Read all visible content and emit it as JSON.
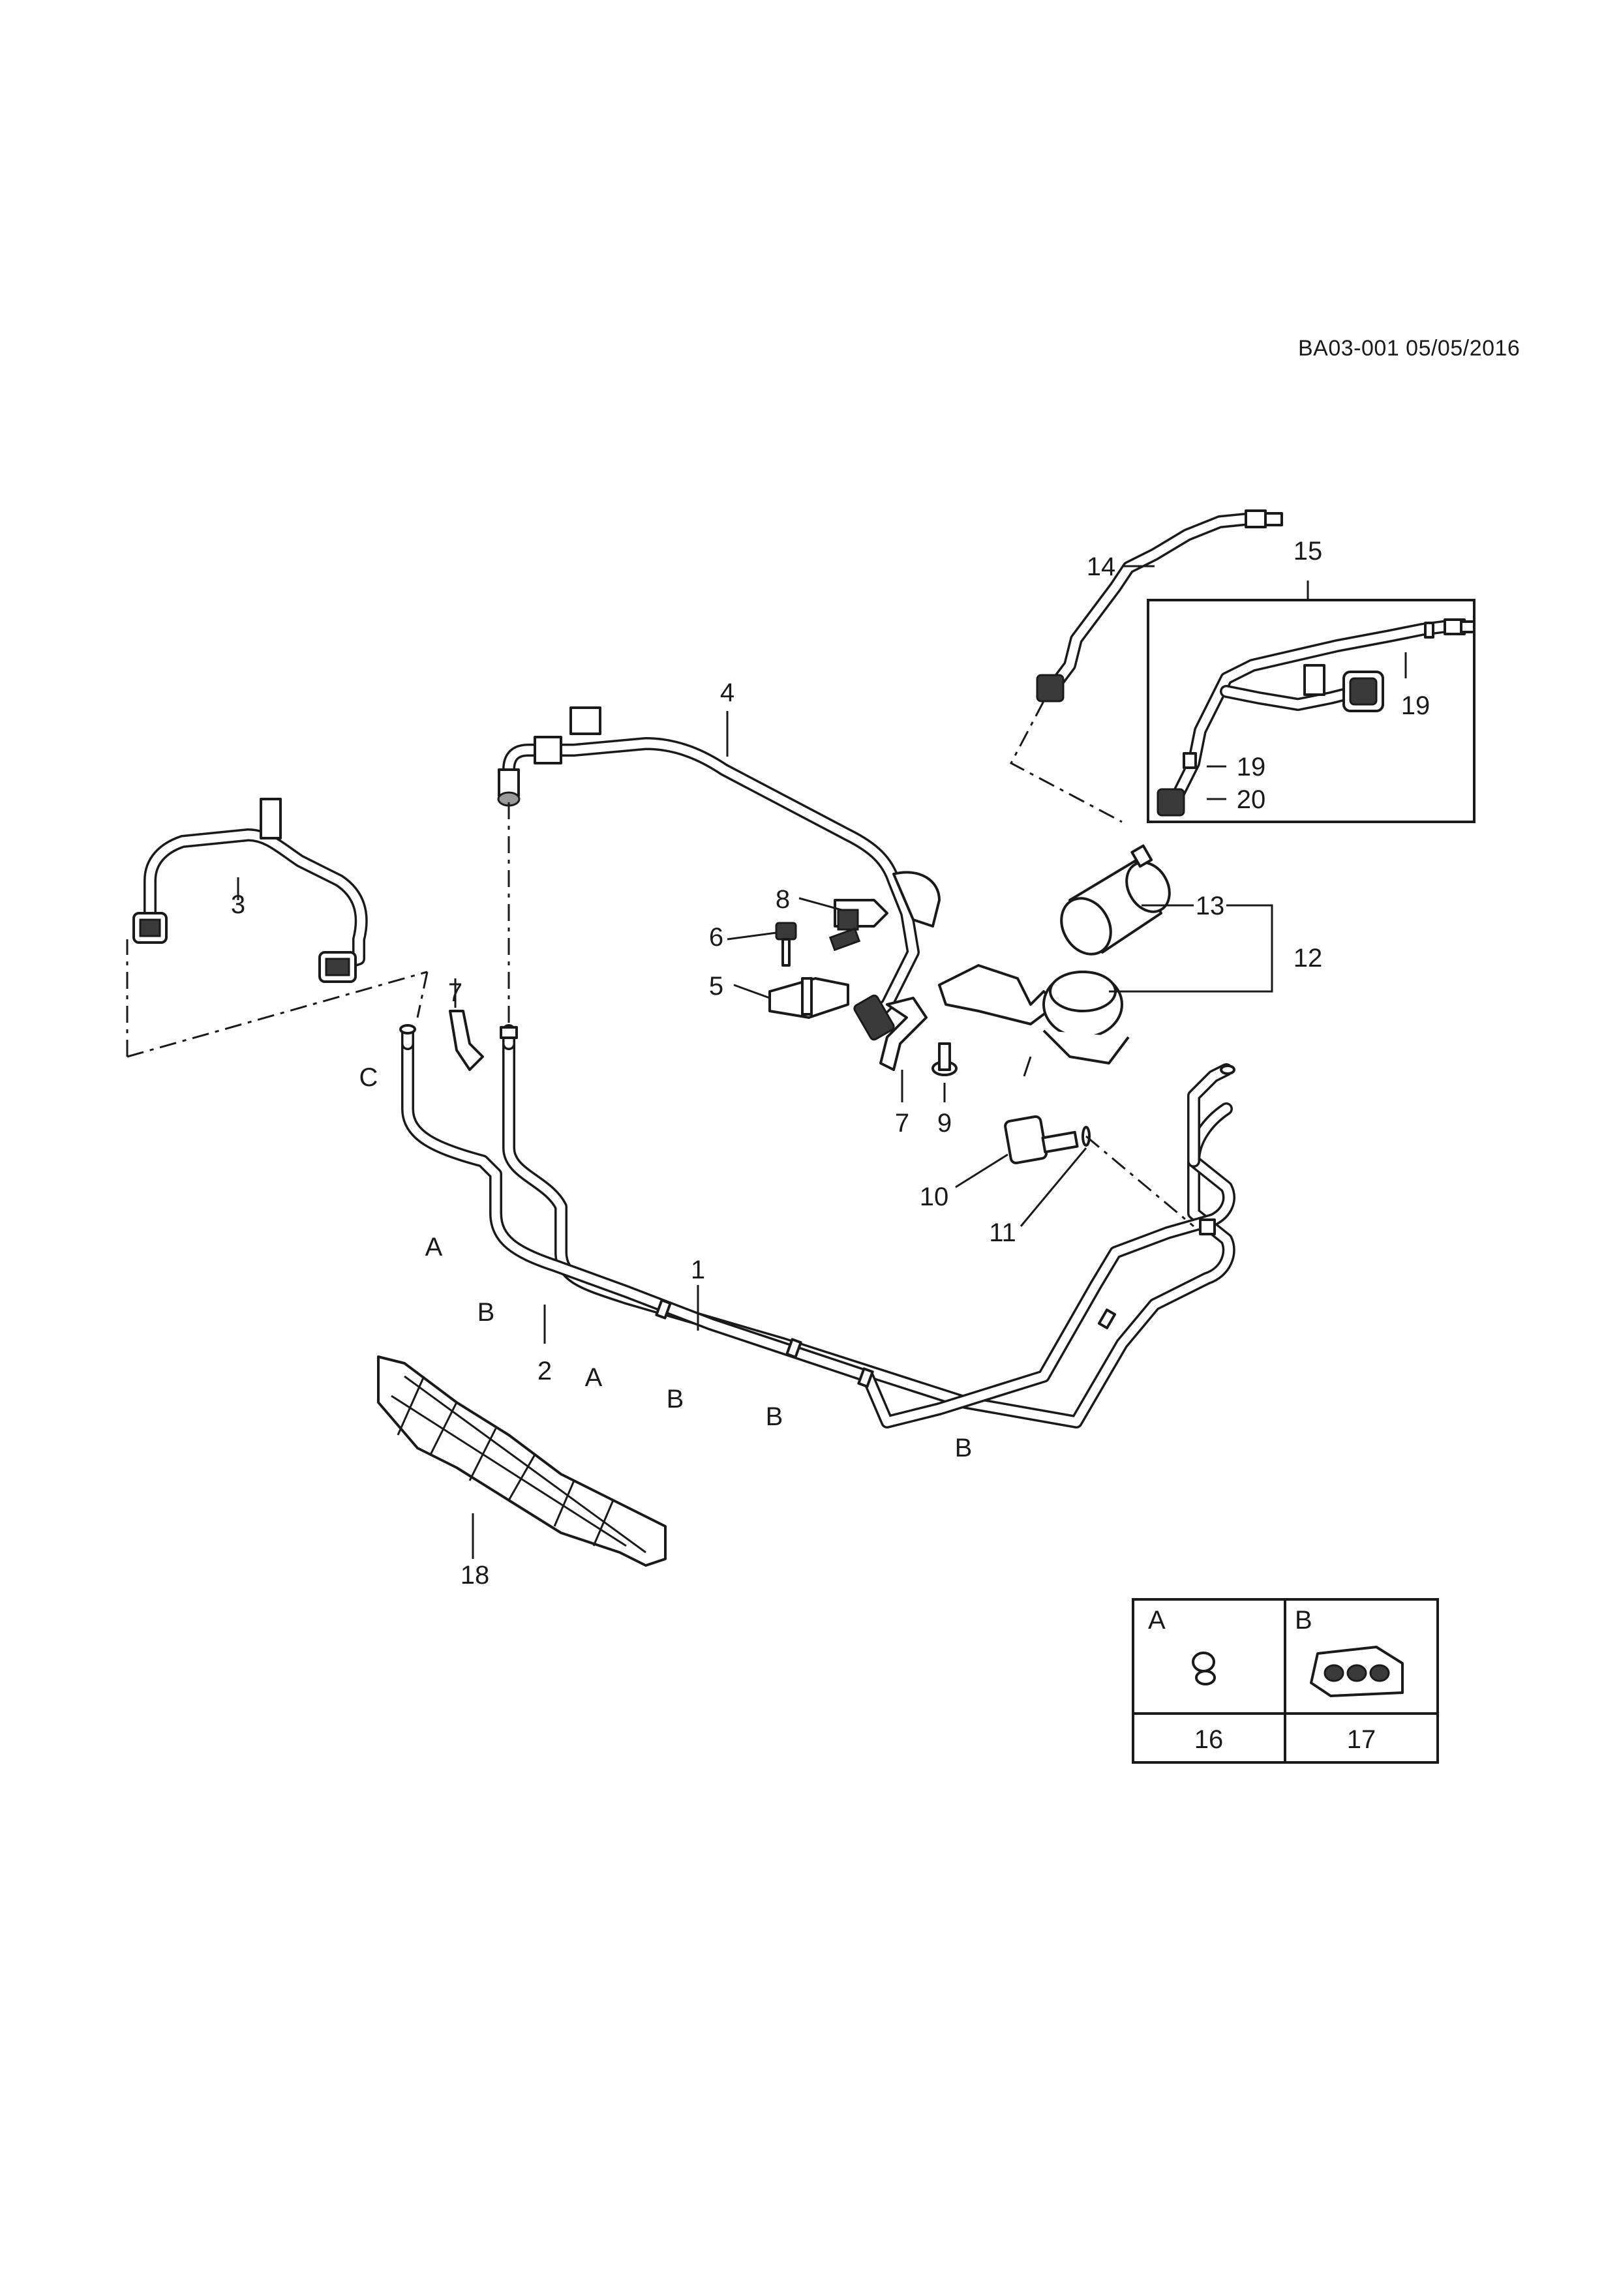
{
  "reference_code": "BA03-001 05/05/2016",
  "callouts": {
    "p1": "1",
    "p2": "2",
    "p3": "3",
    "p4": "4",
    "p5": "5",
    "p6": "6",
    "p7a": "7",
    "p7b": "7",
    "p8": "8",
    "p9": "9",
    "p10": "10",
    "p11": "11",
    "p12": "12",
    "p13": "13",
    "p14": "14",
    "p15": "15",
    "p18": "18",
    "p19a": "19",
    "p19b": "19",
    "p20": "20"
  },
  "clip_letters": {
    "c": "C",
    "a1": "A",
    "b1": "B",
    "a2": "A",
    "b2": "B",
    "b3": "B",
    "b4": "B"
  },
  "legend_table": {
    "columns": [
      {
        "letter": "A",
        "part_number": "16",
        "icon": "hose-clip-icon"
      },
      {
        "letter": "B",
        "part_number": "17",
        "icon": "pipe-retainer-clip-icon"
      }
    ]
  },
  "colors": {
    "line": "#1a1a1a",
    "background": "#ffffff"
  }
}
